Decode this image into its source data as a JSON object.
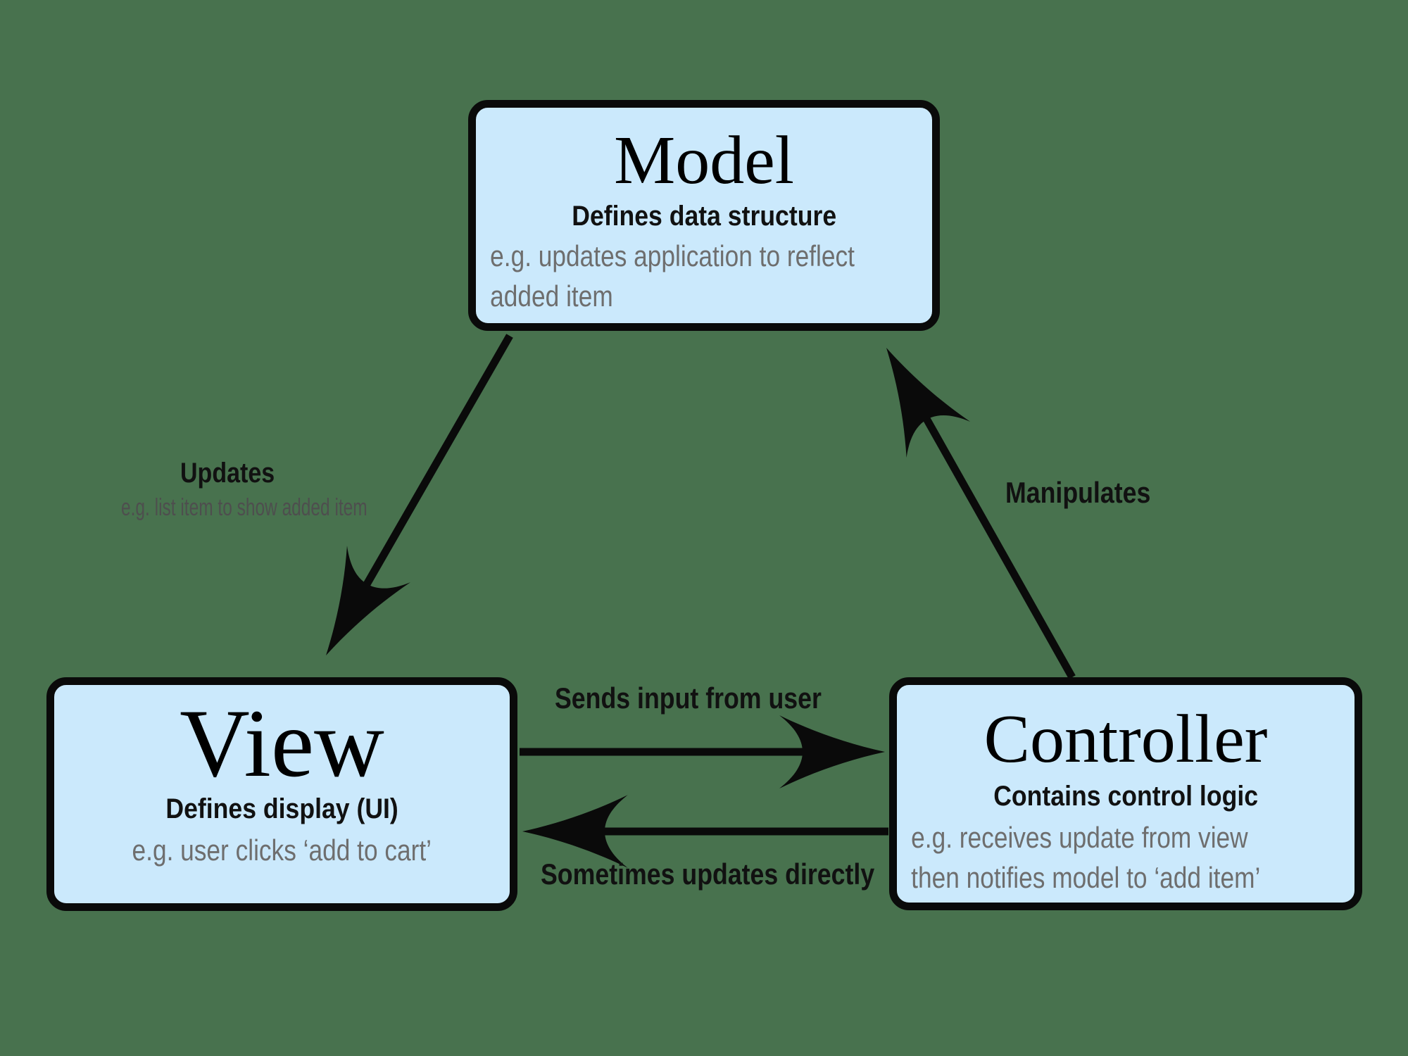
{
  "colors": {
    "background": "#48724e",
    "node_fill": "#cbe9fc",
    "node_border": "#0a0a0a",
    "arrow": "#0a0a0a",
    "label_black": "#111111",
    "label_gray": "#6e6e6e",
    "sublabel_gray": "#4e4e4e"
  },
  "nodes": {
    "model": {
      "title": "Model",
      "subtitle": "Defines data structure",
      "example_line1": "e.g. updates application to reflect",
      "example_line2": "added item"
    },
    "view": {
      "title": "View",
      "subtitle": "Defines display (UI)",
      "example_line1": "e.g. user clicks ‘add to cart’"
    },
    "controller": {
      "title": "Controller",
      "subtitle": "Contains control logic",
      "example_line1": "e.g. receives update from view",
      "example_line2": "then notifies model to ‘add item’"
    }
  },
  "edges": {
    "updates": {
      "from": "Model",
      "to": "View",
      "label": "Updates",
      "sublabel": "e.g. list item to show added item"
    },
    "manipulates": {
      "from": "Controller",
      "to": "Model",
      "label": "Manipulates"
    },
    "sends_input": {
      "from": "View",
      "to": "Controller",
      "label": "Sends input from user"
    },
    "sometimes_updates": {
      "from": "Controller",
      "to": "View",
      "label": "Sometimes updates directly"
    }
  }
}
